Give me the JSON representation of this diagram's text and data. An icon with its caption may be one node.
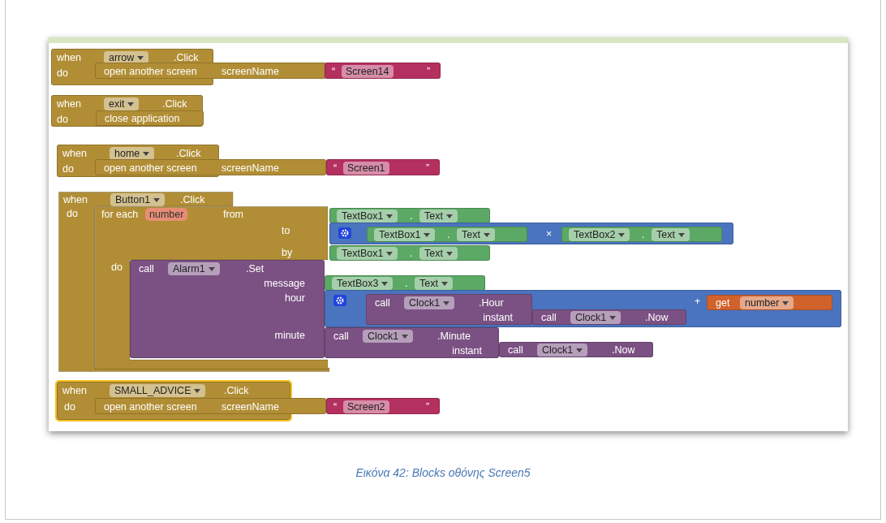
{
  "diagram": {
    "caption": "Εικόνα 42: Blocks οθόνης Screen5",
    "nodes": [
      {
        "text": [
          "when",
          "arrow",
          ".Click",
          "do"
        ]
      },
      {
        "text": [
          "open another screen",
          "screenName"
        ]
      },
      {
        "text": [
          "“",
          "Screen14",
          "”"
        ]
      },
      {
        "text": [
          "when",
          "exit",
          ".Click",
          "do"
        ]
      },
      {
        "text": [
          "close application"
        ],
        "in": 3
      },
      {
        "text": [
          "when",
          "home",
          ".Click",
          "do"
        ]
      },
      {
        "text": [
          "open another screen",
          "screenName"
        ]
      },
      {
        "text": [
          "“",
          "Screen1",
          "”"
        ]
      },
      {
        "text": [
          "when",
          "Button1",
          ".Click",
          "do"
        ]
      },
      {
        "text": [
          "for each",
          "number",
          "from",
          "to",
          "by",
          "do"
        ],
        "in": 8
      },
      {
        "text": [
          "TextBox1",
          ".",
          "Text"
        ]
      },
      {
        "text": [
          "×"
        ]
      },
      {
        "text": [
          "TextBox1",
          ".",
          "Text"
        ],
        "in": 11
      },
      {
        "text": [
          "TextBox2",
          ".",
          "Text"
        ],
        "in": 11
      },
      {
        "text": [
          "TextBox1",
          ".",
          "Text"
        ]
      },
      {
        "text": [
          "call",
          "Alarm1",
          ".Set",
          "message",
          "hour",
          "minute"
        ],
        "in": 9
      },
      {
        "text": [
          "TextBox3",
          ".",
          "Text"
        ]
      },
      {
        "text": [
          "+"
        ]
      },
      {
        "text": [
          "call",
          "Clock1",
          ".Hour",
          "instant"
        ],
        "in": 17
      },
      {
        "text": [
          "call",
          "Clock1",
          ".Now"
        ],
        "in": 17
      },
      {
        "text": [
          "get",
          "number"
        ],
        "in": 17
      },
      {
        "text": [
          "call",
          "Clock1",
          ".Minute",
          "instant"
        ]
      },
      {
        "text": [
          "call",
          "Clock1",
          ".Now"
        ]
      },
      {
        "text": [
          "when",
          "SMALL_ADVICE",
          ".Click",
          "do"
        ]
      },
      {
        "text": [
          "open another screen",
          "screenName"
        ]
      },
      {
        "text": [
          "“",
          "Screen2",
          "”"
        ]
      }
    ]
  }
}
